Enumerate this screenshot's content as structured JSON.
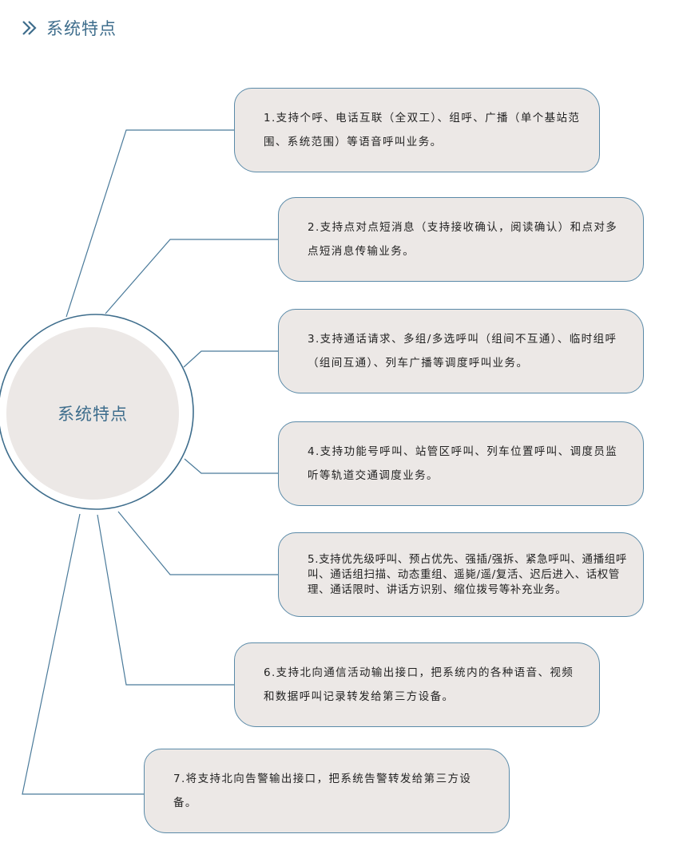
{
  "header": {
    "title": "系统特点"
  },
  "hub": {
    "label": "系统特点"
  },
  "features": [
    {
      "text": "1.支持个呼、电话互联（全双工）、组呼、广播（单个基站范围、系统范围）等语音呼叫业务。"
    },
    {
      "text": "2.支持点对点短消息（支持接收确认，阅读确认）和点对多点短消息传输业务。"
    },
    {
      "text": "3.支持通话请求、多组/多选呼叫（组间不互通）、临时组呼（组间互通）、列车广播等调度呼叫业务。"
    },
    {
      "text": "4.支持功能号呼叫、站管区呼叫、列车位置呼叫、调度员监听等轨道交通调度业务。"
    },
    {
      "text": "5.支持优先级呼叫、预占优先、强插/强拆、紧急呼叫、通播组呼叫、通话组扫描、动态重组、遥毙/遥/复活、迟后进入、话权管理、通话限时、讲话方识别、缩位拨号等补充业务。"
    },
    {
      "text": "6.支持北向通信活动输出接口，把系统内的各种语音、视频和数据呼叫记录转发给第三方设备。"
    },
    {
      "text": "7.将支持北向告警输出接口，把系统告警转发给第三方设备。"
    }
  ],
  "colors": {
    "accent": "#3e6d8c",
    "box_fill": "#ece8e6",
    "box_border": "#5a8aa8",
    "text": "#222222"
  },
  "icons": {
    "header": "double-chevron-right-icon"
  }
}
